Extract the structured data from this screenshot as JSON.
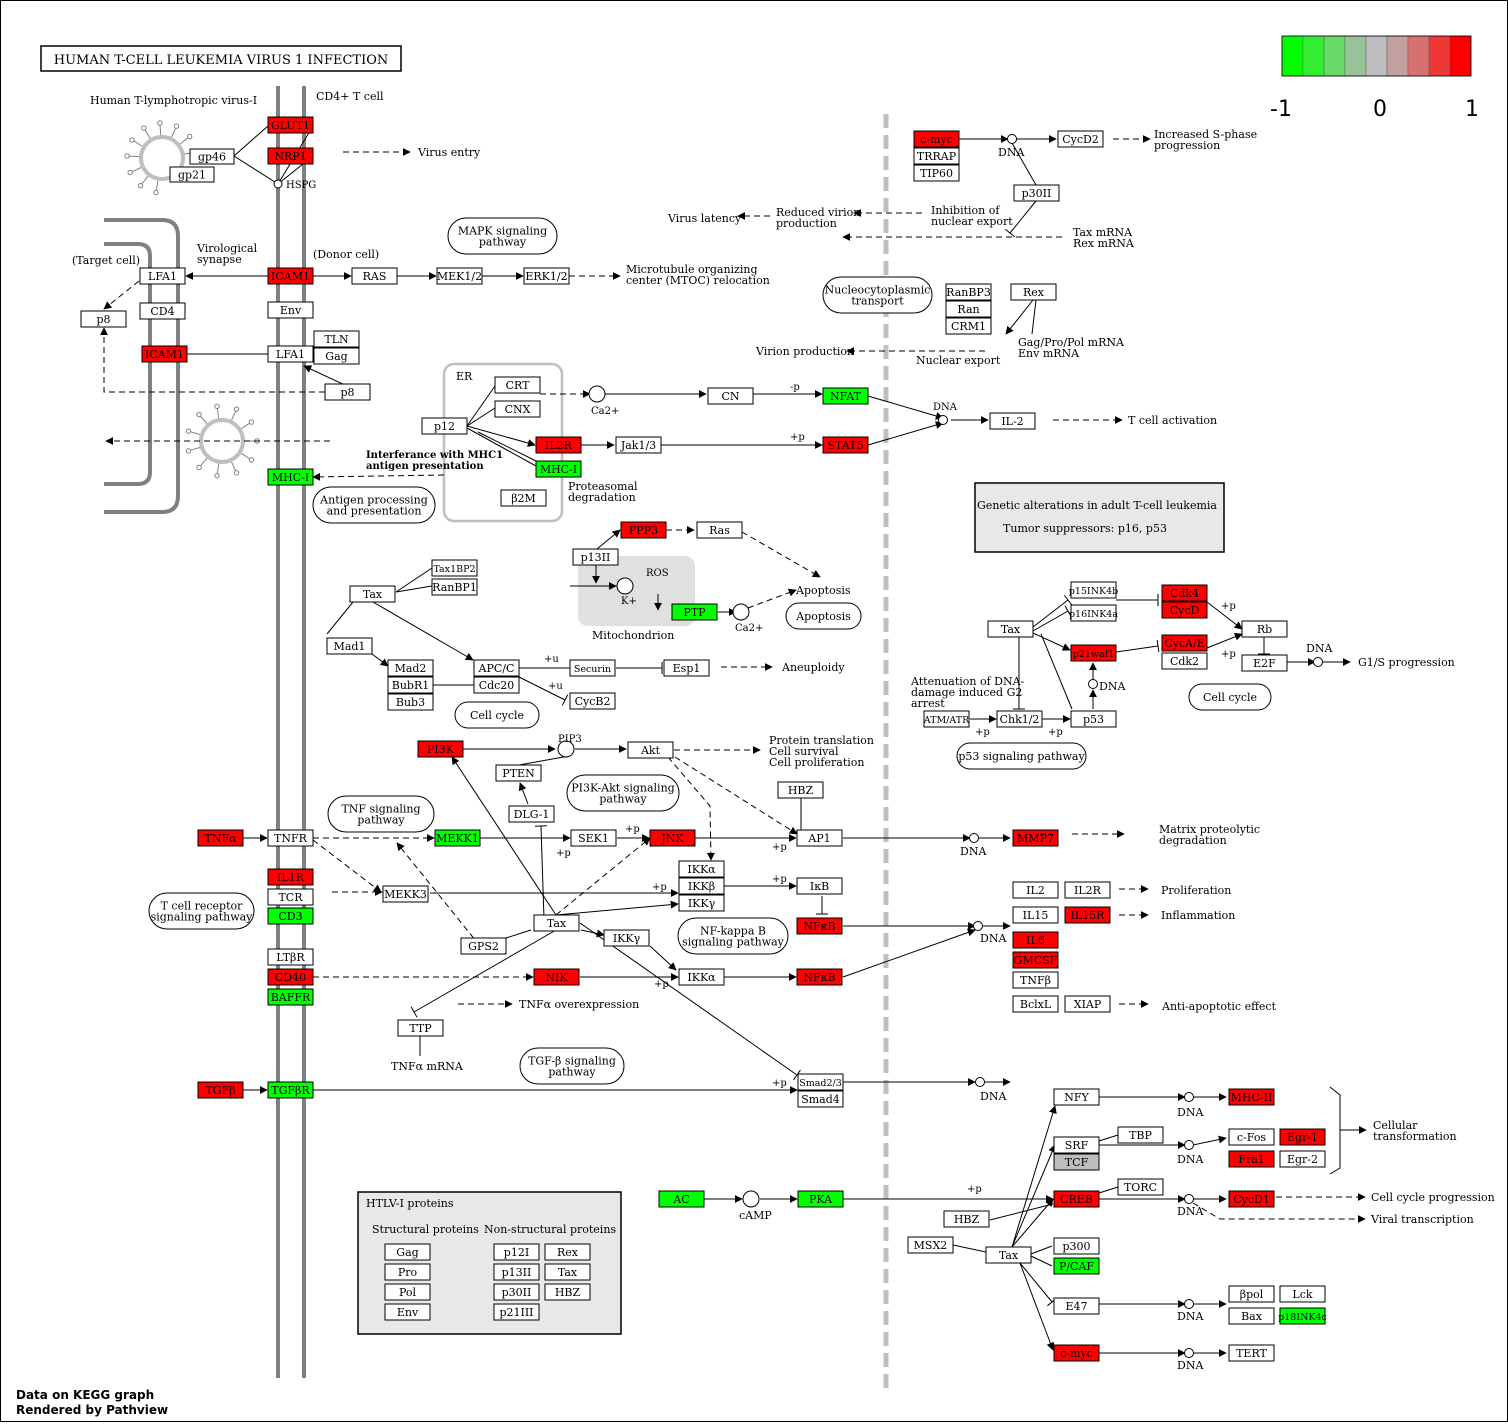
{
  "title": "HUMAN T-CELL LEUKEMIA VIRUS 1 INFECTION",
  "legend": {
    "colors": [
      "#00ff00",
      "#33ee33",
      "#66d966",
      "#99c299",
      "#bebebe",
      "#c2a0a0",
      "#d97070",
      "#ee3838",
      "#ff0000"
    ],
    "labels": [
      "-1",
      "0",
      "1"
    ]
  },
  "colors": {
    "red": "#ff0000",
    "green": "#00ff00",
    "gray": "#bebebe",
    "white": "#ffffff"
  },
  "footer": [
    "Data on KEGG graph",
    "Rendered by Pathview"
  ],
  "nodes": [
    {
      "id": "glut1",
      "label": "GLUT1",
      "color": "red"
    },
    {
      "id": "nrp1",
      "label": "NRP1",
      "color": "red"
    },
    {
      "id": "gp46",
      "label": "gp46",
      "color": "white"
    },
    {
      "id": "gp21",
      "label": "gp21",
      "color": "white"
    },
    {
      "id": "lfa1a",
      "label": "LFA1",
      "color": "white"
    },
    {
      "id": "icam1a",
      "label": "ICAM1",
      "color": "red"
    },
    {
      "id": "cd4",
      "label": "CD4",
      "color": "white"
    },
    {
      "id": "env1",
      "label": "Env",
      "color": "white"
    },
    {
      "id": "p8a",
      "label": "p8",
      "color": "white"
    },
    {
      "id": "icam1b",
      "label": "ICAM1",
      "color": "red"
    },
    {
      "id": "lfa1b",
      "label": "LFA1",
      "color": "white"
    },
    {
      "id": "tln",
      "label": "TLN",
      "color": "white"
    },
    {
      "id": "gag1",
      "label": "Gag",
      "color": "white"
    },
    {
      "id": "p8b",
      "label": "p8",
      "color": "white"
    },
    {
      "id": "mhc1a",
      "label": "MHC-I",
      "color": "green"
    },
    {
      "id": "ras1",
      "label": "RAS",
      "color": "white"
    },
    {
      "id": "mek12",
      "label": "MEK1/2",
      "color": "white"
    },
    {
      "id": "erk12",
      "label": "ERK1/2",
      "color": "white"
    },
    {
      "id": "crt",
      "label": "CRT",
      "color": "white"
    },
    {
      "id": "cnx",
      "label": "CNX",
      "color": "white"
    },
    {
      "id": "p12",
      "label": "p12",
      "color": "white"
    },
    {
      "id": "il2r1",
      "label": "IL2R",
      "color": "red"
    },
    {
      "id": "mhc1b",
      "label": "MHC-I",
      "color": "green"
    },
    {
      "id": "b2m",
      "label": "β2M",
      "color": "white"
    },
    {
      "id": "cn",
      "label": "CN",
      "color": "white"
    },
    {
      "id": "nfat",
      "label": "NFAT",
      "color": "green"
    },
    {
      "id": "jak13",
      "label": "Jak1/3",
      "color": "white"
    },
    {
      "id": "stat5",
      "label": "STAT5",
      "color": "red"
    },
    {
      "id": "il2",
      "label": "IL-2",
      "color": "white"
    },
    {
      "id": "cmyc1",
      "label": "c-myc",
      "color": "red"
    },
    {
      "id": "trrap",
      "label": "TRRAP",
      "color": "white"
    },
    {
      "id": "tip60",
      "label": "TIP60",
      "color": "white"
    },
    {
      "id": "cycd2",
      "label": "CycD2",
      "color": "white"
    },
    {
      "id": "p30ii",
      "label": "p30II",
      "color": "white"
    },
    {
      "id": "ranbp3",
      "label": "RanBP3",
      "color": "white"
    },
    {
      "id": "ran",
      "label": "Ran",
      "color": "white"
    },
    {
      "id": "crm1",
      "label": "CRM1",
      "color": "white"
    },
    {
      "id": "rex1",
      "label": "Rex",
      "color": "white"
    },
    {
      "id": "pp2a",
      "label": "PPP3",
      "color": "red"
    },
    {
      "id": "ras2",
      "label": "Ras",
      "color": "white"
    },
    {
      "id": "p13ii",
      "label": "p13II",
      "color": "white"
    },
    {
      "id": "ptp",
      "label": "PTP",
      "color": "green"
    },
    {
      "id": "tax1bp2",
      "label": "Tax1BP2",
      "color": "white"
    },
    {
      "id": "ranbp1",
      "label": "RanBP1",
      "color": "white"
    },
    {
      "id": "tax1",
      "label": "Tax",
      "color": "white"
    },
    {
      "id": "mad1",
      "label": "Mad1",
      "color": "white"
    },
    {
      "id": "mad2",
      "label": "Mad2",
      "color": "white"
    },
    {
      "id": "bubr1",
      "label": "BubR1",
      "color": "white"
    },
    {
      "id": "bub3",
      "label": "Bub3",
      "color": "white"
    },
    {
      "id": "apcc",
      "label": "APC/C",
      "color": "white"
    },
    {
      "id": "cdc20",
      "label": "Cdc20",
      "color": "white"
    },
    {
      "id": "securin",
      "label": "Securin",
      "color": "white"
    },
    {
      "id": "esp1",
      "label": "Esp1",
      "color": "white"
    },
    {
      "id": "cycb2",
      "label": "CycB2",
      "color": "white"
    },
    {
      "id": "p15",
      "label": "p15INK4b",
      "color": "white"
    },
    {
      "id": "p16",
      "label": "p16INK4a",
      "color": "white"
    },
    {
      "id": "cdk4",
      "label": "Cdk4",
      "color": "red"
    },
    {
      "id": "cycd",
      "label": "CycD",
      "color": "red"
    },
    {
      "id": "tax2",
      "label": "Tax",
      "color": "white"
    },
    {
      "id": "p21waf1",
      "label": "p21waf1",
      "color": "red"
    },
    {
      "id": "cycae",
      "label": "CycA/E",
      "color": "red"
    },
    {
      "id": "cdk2",
      "label": "Cdk2",
      "color": "white"
    },
    {
      "id": "rb",
      "label": "Rb",
      "color": "white"
    },
    {
      "id": "e2f",
      "label": "E2F",
      "color": "white"
    },
    {
      "id": "atm",
      "label": "ATM/ATR",
      "color": "white"
    },
    {
      "id": "chk12",
      "label": "Chk1/2",
      "color": "white"
    },
    {
      "id": "p53",
      "label": "p53",
      "color": "white"
    },
    {
      "id": "pi3k",
      "label": "PI3K",
      "color": "red"
    },
    {
      "id": "pten",
      "label": "PTEN",
      "color": "white"
    },
    {
      "id": "akt",
      "label": "Akt",
      "color": "white"
    },
    {
      "id": "dlg1",
      "label": "DLG-1",
      "color": "white"
    },
    {
      "id": "hbz1",
      "label": "HBZ",
      "color": "white"
    },
    {
      "id": "tnfa",
      "label": "TNFα",
      "color": "red"
    },
    {
      "id": "tnfr",
      "label": "TNFR",
      "color": "white"
    },
    {
      "id": "mekk1",
      "label": "MEKK1",
      "color": "green"
    },
    {
      "id": "sek1",
      "label": "SEK1",
      "color": "white"
    },
    {
      "id": "jnk",
      "label": "JNK",
      "color": "red"
    },
    {
      "id": "ap1",
      "label": "AP1",
      "color": "white"
    },
    {
      "id": "mmp7",
      "label": "MMP7",
      "color": "red"
    },
    {
      "id": "il1r",
      "label": "IL1R",
      "color": "red"
    },
    {
      "id": "tcr",
      "label": "TCR",
      "color": "white"
    },
    {
      "id": "cd3",
      "label": "CD3",
      "color": "green"
    },
    {
      "id": "mekk3",
      "label": "MEKK3",
      "color": "white"
    },
    {
      "id": "ikka1",
      "label": "IKKα",
      "color": "white"
    },
    {
      "id": "ikkb",
      "label": "IKKβ",
      "color": "white"
    },
    {
      "id": "ikky1",
      "label": "IKKγ",
      "color": "white"
    },
    {
      "id": "ikb",
      "label": "IκB",
      "color": "white"
    },
    {
      "id": "nfkb1",
      "label": "NFκB",
      "color": "red"
    },
    {
      "id": "tax3",
      "label": "Tax",
      "color": "white"
    },
    {
      "id": "gps2",
      "label": "GPS2",
      "color": "white"
    },
    {
      "id": "ikky2",
      "label": "IKKγ",
      "color": "white"
    },
    {
      "id": "ltbr",
      "label": "LTβR",
      "color": "white"
    },
    {
      "id": "cd40",
      "label": "CD40",
      "color": "red"
    },
    {
      "id": "baffr",
      "label": "BAFFR",
      "color": "green"
    },
    {
      "id": "nik",
      "label": "NIK",
      "color": "red"
    },
    {
      "id": "ikka2",
      "label": "IKKα",
      "color": "white"
    },
    {
      "id": "nfkb2",
      "label": "NFκB",
      "color": "red"
    },
    {
      "id": "il2b",
      "label": "IL2",
      "color": "white"
    },
    {
      "id": "il2rb",
      "label": "IL2R",
      "color": "white"
    },
    {
      "id": "il15",
      "label": "IL15",
      "color": "white"
    },
    {
      "id": "il15r",
      "label": "IL15R",
      "color": "red"
    },
    {
      "id": "il6",
      "label": "IL6",
      "color": "red"
    },
    {
      "id": "gmcsf",
      "label": "GMCSF",
      "color": "red"
    },
    {
      "id": "tnfb",
      "label": "TNFβ",
      "color": "white"
    },
    {
      "id": "bclxl",
      "label": "BclxL",
      "color": "white"
    },
    {
      "id": "xiap",
      "label": "XIAP",
      "color": "white"
    },
    {
      "id": "ttp",
      "label": "TTP",
      "color": "white"
    },
    {
      "id": "tgfb",
      "label": "TGFβ",
      "color": "red"
    },
    {
      "id": "tgfbr",
      "label": "TGFβR",
      "color": "green"
    },
    {
      "id": "smad23",
      "label": "Smad2/3",
      "color": "white"
    },
    {
      "id": "smad4",
      "label": "Smad4",
      "color": "white"
    },
    {
      "id": "nfy",
      "label": "NFY",
      "color": "white"
    },
    {
      "id": "mhcii",
      "label": "MHC-II",
      "color": "red"
    },
    {
      "id": "srf",
      "label": "SRF",
      "color": "white"
    },
    {
      "id": "tcf",
      "label": "TCF",
      "color": "gray"
    },
    {
      "id": "tbp",
      "label": "TBP",
      "color": "white"
    },
    {
      "id": "cfos",
      "label": "c-Fos",
      "color": "white"
    },
    {
      "id": "egr1",
      "label": "Egr-1",
      "color": "red"
    },
    {
      "id": "fra1",
      "label": "Fra1",
      "color": "red"
    },
    {
      "id": "egr2",
      "label": "Egr-2",
      "color": "white"
    },
    {
      "id": "ac",
      "label": "AC",
      "color": "green"
    },
    {
      "id": "pka",
      "label": "PKA",
      "color": "green"
    },
    {
      "id": "creb",
      "label": "CREB",
      "color": "red"
    },
    {
      "id": "torc",
      "label": "TORC",
      "color": "white"
    },
    {
      "id": "cycd1",
      "label": "CycD1",
      "color": "red"
    },
    {
      "id": "hbz2",
      "label": "HBZ",
      "color": "white"
    },
    {
      "id": "msx2",
      "label": "MSX2",
      "color": "white"
    },
    {
      "id": "tax4",
      "label": "Tax",
      "color": "white"
    },
    {
      "id": "p300",
      "label": "p300",
      "color": "white"
    },
    {
      "id": "pcaf",
      "label": "P/CAF",
      "color": "green"
    },
    {
      "id": "e47",
      "label": "E47",
      "color": "white"
    },
    {
      "id": "bpol",
      "label": "βpol",
      "color": "white"
    },
    {
      "id": "lck",
      "label": "Lck",
      "color": "white"
    },
    {
      "id": "bax",
      "label": "Bax",
      "color": "white"
    },
    {
      "id": "p18",
      "label": "p18INK4c",
      "color": "green"
    },
    {
      "id": "cmyc2",
      "label": "c-myc",
      "color": "red"
    },
    {
      "id": "tert",
      "label": "TERT",
      "color": "white"
    },
    {
      "id": "h_gag",
      "label": "Gag",
      "color": "white"
    },
    {
      "id": "h_pro",
      "label": "Pro",
      "color": "white"
    },
    {
      "id": "h_pol",
      "label": "Pol",
      "color": "white"
    },
    {
      "id": "h_env",
      "label": "Env",
      "color": "white"
    },
    {
      "id": "h_p12i",
      "label": "p12I",
      "color": "white"
    },
    {
      "id": "h_p13ii",
      "label": "p13II",
      "color": "white"
    },
    {
      "id": "h_p30ii",
      "label": "p30II",
      "color": "white"
    },
    {
      "id": "h_p21iii",
      "label": "p21III",
      "color": "white"
    },
    {
      "id": "h_rex",
      "label": "Rex",
      "color": "white"
    },
    {
      "id": "h_tax",
      "label": "Tax",
      "color": "white"
    },
    {
      "id": "h_hbz",
      "label": "HBZ",
      "color": "white"
    }
  ],
  "pathways": [
    {
      "id": "pw_mapk",
      "lines": [
        "MAPK signaling",
        "pathway"
      ]
    },
    {
      "id": "pw_nucleo",
      "lines": [
        "Nucleocytoplasmic",
        "transport"
      ]
    },
    {
      "id": "pw_antigen",
      "lines": [
        "Antigen processing",
        "and presentation"
      ]
    },
    {
      "id": "pw_cellcycle1",
      "lines": [
        "Cell cycle"
      ]
    },
    {
      "id": "pw_apoptosis",
      "lines": [
        "Apoptosis"
      ]
    },
    {
      "id": "pw_cellcycle2",
      "lines": [
        "Cell cycle"
      ]
    },
    {
      "id": "pw_p53",
      "lines": [
        "p53 signaling pathway"
      ]
    },
    {
      "id": "pw_pi3k",
      "lines": [
        "PI3K-Akt signaling",
        "pathway"
      ]
    },
    {
      "id": "pw_tnf",
      "lines": [
        "TNF signaling",
        "pathway"
      ]
    },
    {
      "id": "pw_tcr",
      "lines": [
        "T cell receptor",
        "signaling pathway"
      ]
    },
    {
      "id": "pw_nfkb",
      "lines": [
        "NF-kappa B",
        "signaling pathway"
      ]
    },
    {
      "id": "pw_tgfb",
      "lines": [
        "TGF-β signaling",
        "pathway"
      ]
    }
  ],
  "labels": {
    "virus_name": "Human T-lymphotropic virus-I",
    "cd4_tcell": "CD4+ T cell",
    "hspg": "HSPG",
    "virus_entry": "Virus entry",
    "target_cell": "(Target cell)",
    "viro_synapse": [
      "Virological",
      "synapse"
    ],
    "donor_cell": "(Donor cell)",
    "mtoc": [
      "Microtubule organizing",
      "center (MTOC) relocation"
    ],
    "er": "ER",
    "ca2_1": "Ca2+",
    "ca2_2": "Ca2+",
    "minus_p": "-p",
    "dna": "DNA",
    "tcell_activation": "T cell activation",
    "interference": [
      "Interferance with MHC1",
      "antigen presentation"
    ],
    "proteasomal": [
      "Proteasomal",
      "degradation"
    ],
    "sphase": [
      "Increased S-phase",
      "progression"
    ],
    "virus_latency": "Virus latency",
    "reduced_virion": [
      "Reduced virion",
      "production"
    ],
    "inhibition_nuc": [
      "Inhibition of",
      "nuclear export"
    ],
    "tax_mrna": [
      "Tax mRNA",
      "Rex mRNA"
    ],
    "gag_pro_pol": [
      "Gag/Pro/Pol mRNA",
      "Env mRNA"
    ],
    "virion_production": "Virion production",
    "nuclear_export": "Nuclear export",
    "genetic_alt": [
      "Genetic alterations in adult T-cell leukemia",
      "Tumor suppressors:  p16, p53"
    ],
    "ros": "ROS",
    "k_plus": "K+",
    "mitochondrion": "Mitochondrion",
    "apoptosis": "Apoptosis",
    "aneuploidy": "Aneuploidy",
    "plus_u": "+u",
    "plus_p": "+p",
    "g1s": "G1/S progression",
    "attenuation": [
      "Attenuation of DNA-",
      "damage induced G2",
      "arrest"
    ],
    "pip3": "PIP3",
    "protein_trans": [
      "Protein translation",
      "Cell survival",
      "Cell proliferation"
    ],
    "matrix": [
      "Matrix proteolytic",
      "degradation"
    ],
    "proliferation": "Proliferation",
    "inflammation": "Inflammation",
    "anti_apoptotic": "Anti-apoptotic effect",
    "tnfa_over": "TNFα overexpression",
    "tnfa_mrna": "TNFα mRNA",
    "camp": "cAMP",
    "cellular_trans": [
      "Cellular",
      "transformation"
    ],
    "cell_cycle_prog": "Cell cycle progression",
    "viral_trans": "Viral transcription",
    "htlv_title": "HTLV-I proteins",
    "structural": "Structural proteins",
    "nonstructural": "Non-structural proteins"
  }
}
